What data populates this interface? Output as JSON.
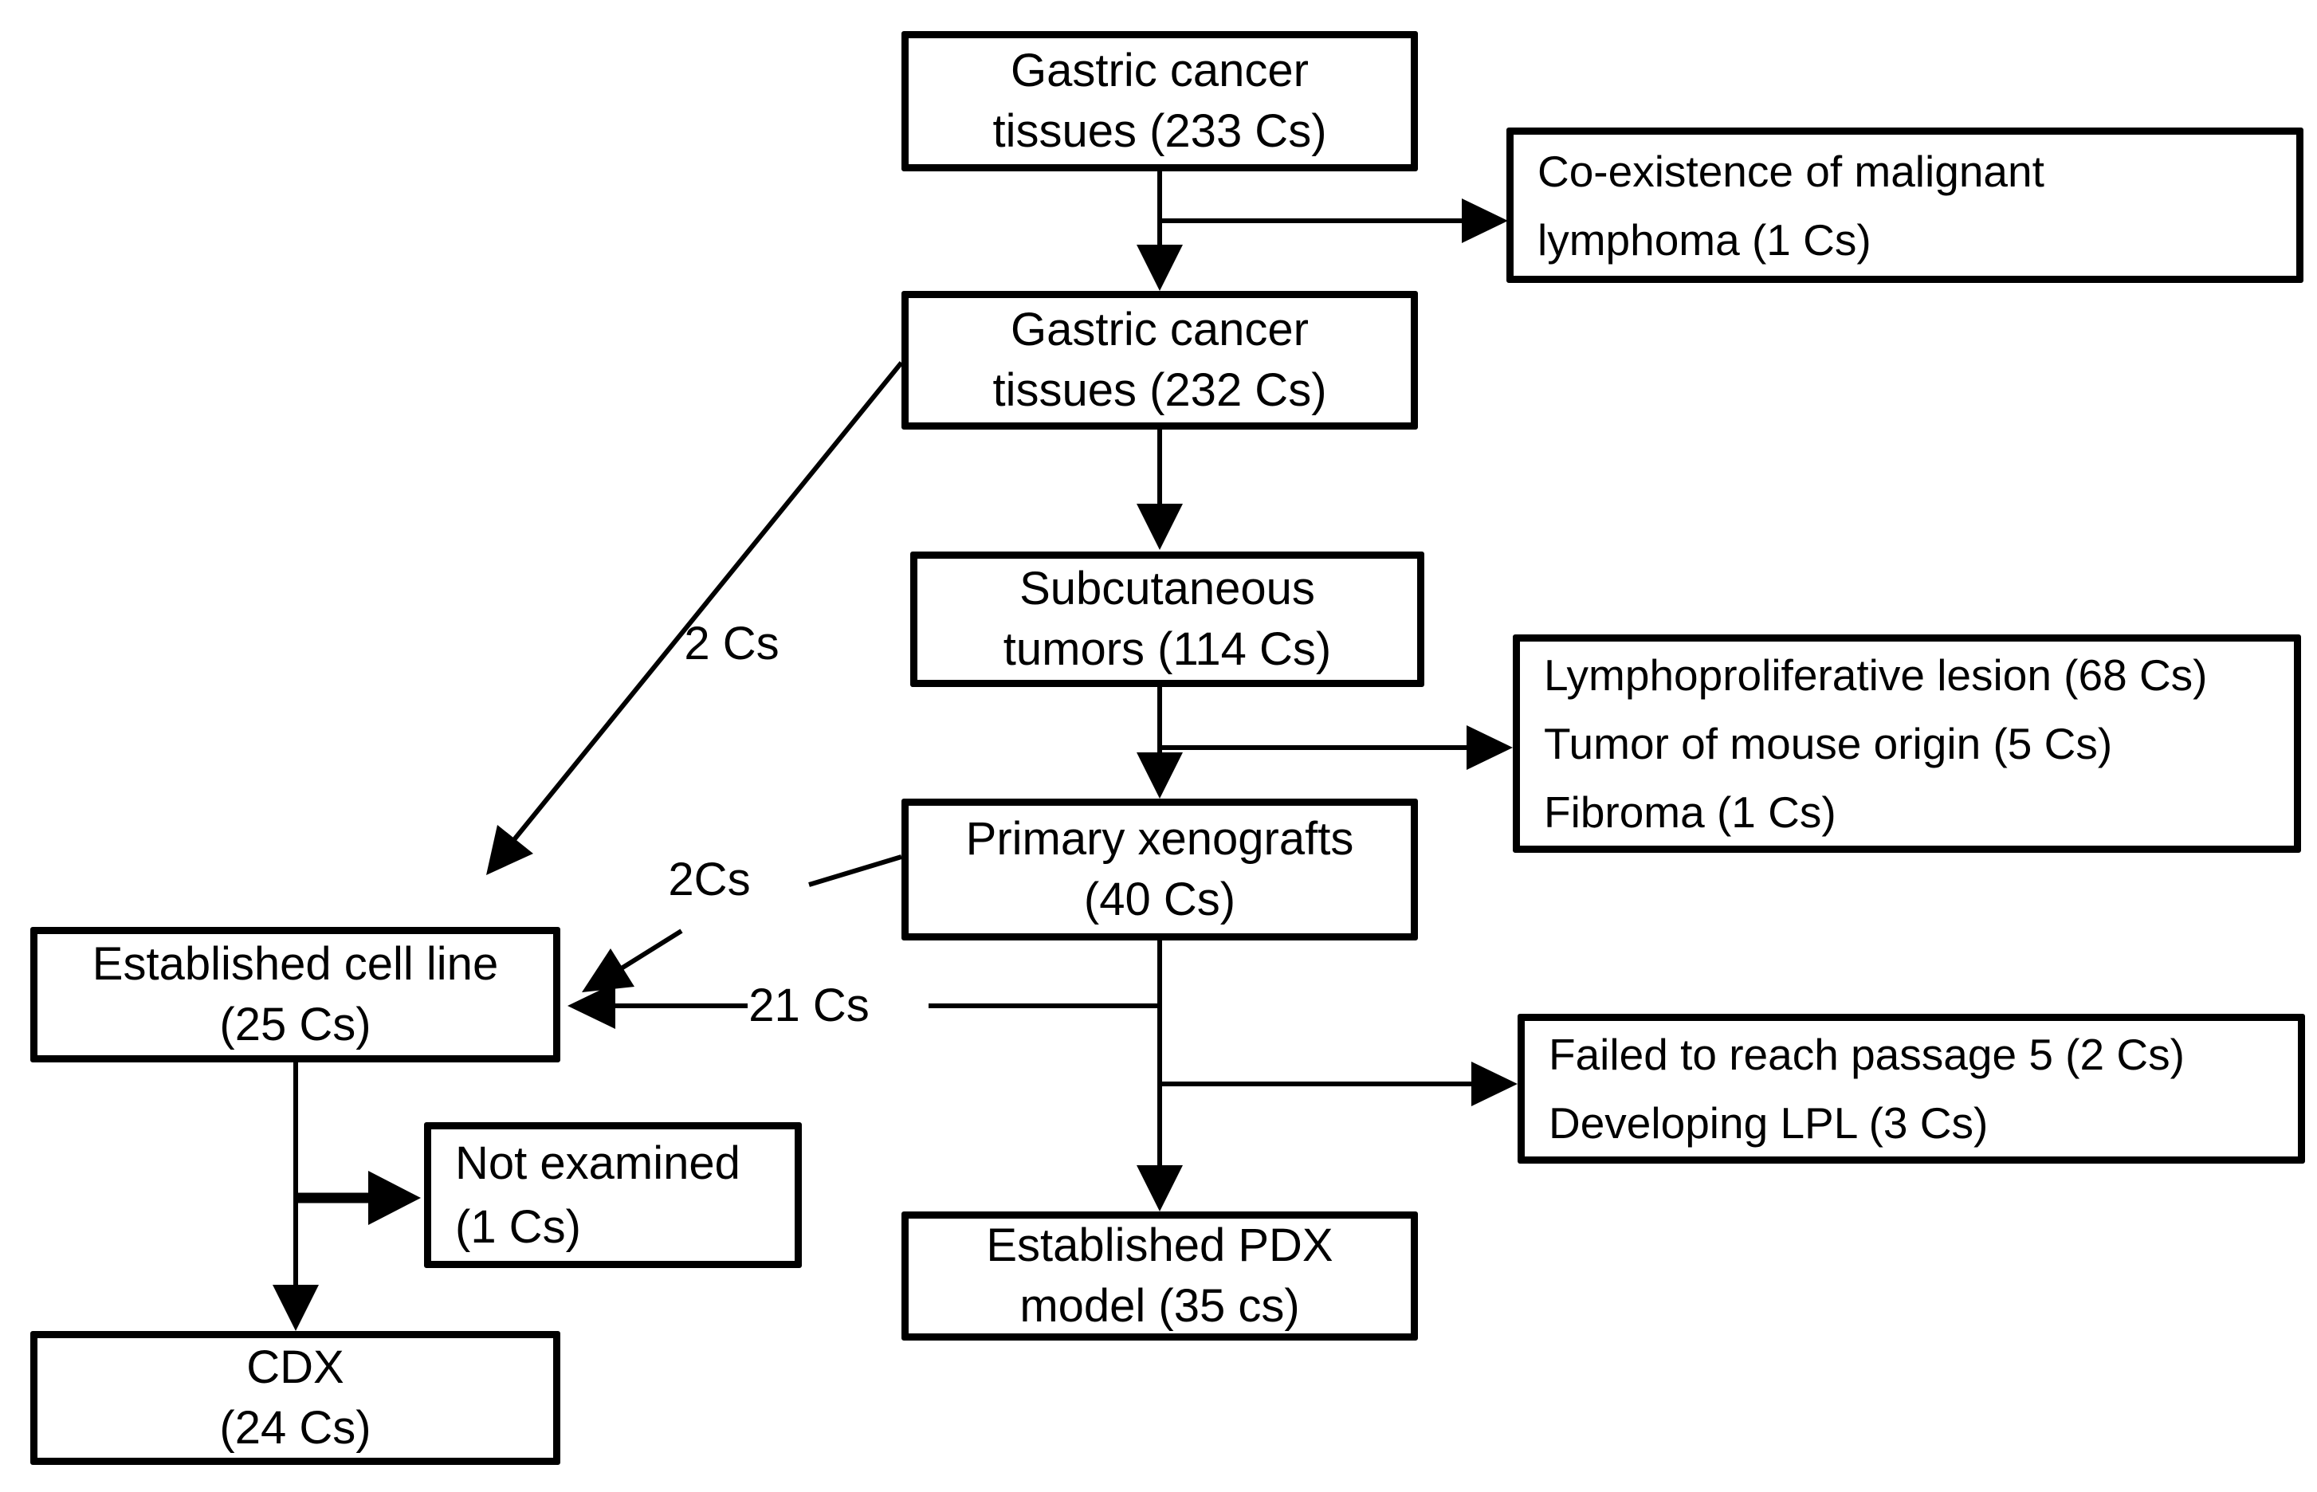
{
  "figure": {
    "title": "Gastric cancer PDX / CDX establishment flowchart",
    "boxes": {
      "gastric_233": {
        "lines": [
          "Gastric cancer",
          "tissues (233 Cs)"
        ]
      },
      "co_existence": {
        "lines": [
          "Co-existence of malignant",
          "lymphoma (1 Cs)"
        ]
      },
      "gastric_232": {
        "lines": [
          "Gastric cancer",
          "tissues (232 Cs)"
        ]
      },
      "subcutaneous": {
        "lines": [
          "Subcutaneous",
          "tumors (114 Cs)"
        ]
      },
      "lympho_lesion": {
        "lines": [
          "Lymphoproliferative lesion (68 Cs)",
          "Tumor of mouse origin (5 Cs)",
          "Fibroma (1 Cs)"
        ]
      },
      "primary_xenografts": {
        "lines": [
          "Primary xenografts",
          "(40 Cs)"
        ]
      },
      "established_cell_line": {
        "lines": [
          "Established cell line",
          "(25 Cs)"
        ]
      },
      "failed_passage": {
        "lines": [
          "Failed to reach passage 5 (2 Cs)",
          "Developing LPL (3 Cs)"
        ]
      },
      "not_examined": {
        "lines": [
          "Not examined",
          "(1 Cs)"
        ]
      },
      "established_pdx": {
        "lines": [
          "Established PDX",
          "model (35 cs)"
        ]
      },
      "cdx": {
        "lines": [
          "CDX",
          "(24 Cs)"
        ]
      }
    },
    "edge_labels": {
      "tissues_to_cell_line": "2 Cs",
      "xenografts_to_cell_line": "2Cs",
      "pdx_path_to_cell_line": "21 Cs"
    },
    "colors": {
      "stroke": "#000000",
      "box_background": "#ffffff",
      "page_background": "#ffffff",
      "text": "#000000"
    }
  }
}
